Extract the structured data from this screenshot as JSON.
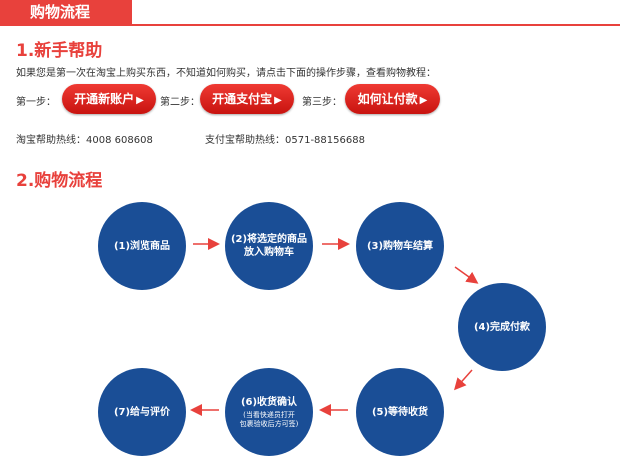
{
  "header": {
    "title": "购物流程"
  },
  "section1": {
    "title": "1.新手帮助",
    "intro": "如果您是第一次在淘宝上购买东西，不知道如何购买，请点击下面的操作步骤，查看购物教程：",
    "steps": [
      {
        "label": "第一步：",
        "button": "开通新账户"
      },
      {
        "label": "第二步：",
        "button": "开通支付宝"
      },
      {
        "label": "第三步：",
        "button": "如何让付款"
      }
    ],
    "hotlines": [
      "淘宝帮助热线：4008 608608",
      "支付宝帮助热线：0571-88156688"
    ]
  },
  "section2": {
    "title": "2.购物流程",
    "flow": [
      {
        "lines": [
          "(1)浏览商品"
        ]
      },
      {
        "lines": [
          "(2)将选定的商品",
          "放入购物车"
        ]
      },
      {
        "lines": [
          "(3)购物车结算"
        ]
      },
      {
        "lines": [
          "(4)完成付款"
        ]
      },
      {
        "lines": [
          "(5)等待收货"
        ]
      },
      {
        "lines": [
          "(6)收货确认"
        ],
        "note": [
          "(当看快递员打开",
          "包裹验收后方可签)"
        ]
      },
      {
        "lines": [
          "(7)给与评价"
        ]
      }
    ]
  },
  "colors": {
    "accent": "#e8413c",
    "circle": "#1a4e96",
    "arrow": "#e8413c"
  },
  "icons": {
    "button_arrow": "triangle-right-icon",
    "flow_arrow": "arrow-icon"
  }
}
